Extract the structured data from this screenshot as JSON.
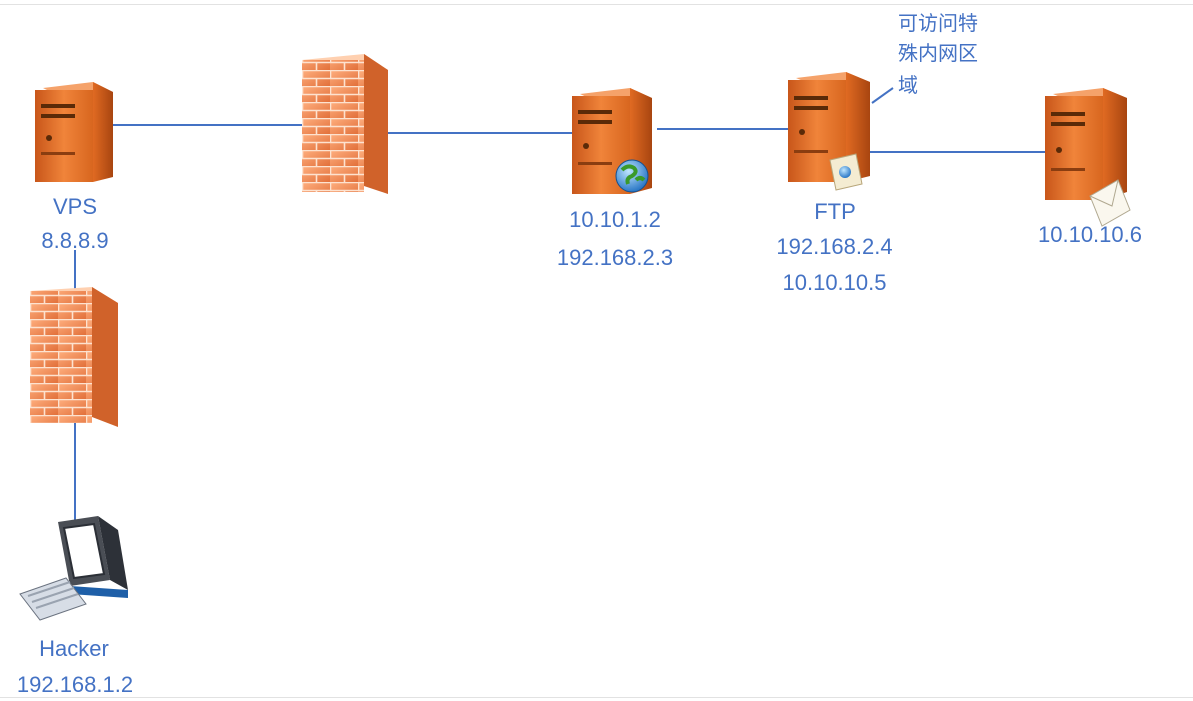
{
  "nodes": {
    "vps": {
      "name": "VPS",
      "ip": "8.8.8.9"
    },
    "web": {
      "ip1": "10.10.1.2",
      "ip2": "192.168.2.3"
    },
    "ftp": {
      "name": "FTP",
      "ip1": "192.168.2.4",
      "ip2": "10.10.10.5"
    },
    "mail": {
      "ip": "10.10.10.6"
    },
    "hacker": {
      "name": "Hacker",
      "ip": "192.168.1.2"
    }
  },
  "annotation": {
    "lines": [
      "可访问特",
      "殊内网区",
      "域"
    ]
  },
  "colors": {
    "link": "#4472c4",
    "label": "#4472c4",
    "server_orange": "#e8732a",
    "firewall_orange": "#f08a4b"
  },
  "icons": [
    "server-icon",
    "firewall-icon",
    "globe-icon",
    "document-icon",
    "envelope-icon",
    "computer-icon"
  ]
}
